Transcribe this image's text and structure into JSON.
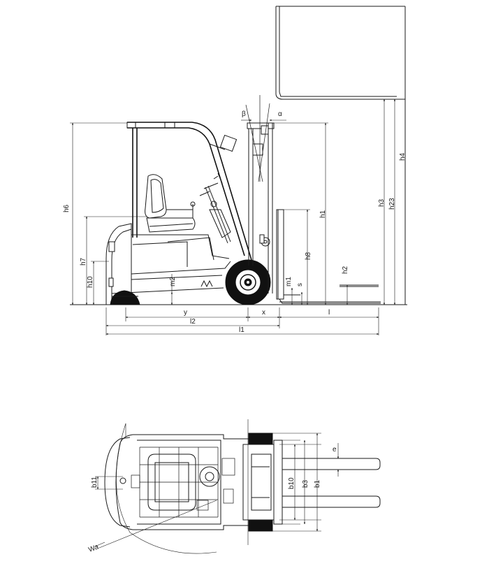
{
  "side_view": {
    "dimension_labels": {
      "h6": "h6",
      "h7": "h7",
      "h10": "h10",
      "m2": "m2",
      "m1": "m1",
      "s": "s",
      "h8": "h8",
      "h1": "h1",
      "h2": "h2",
      "h3": "h3",
      "h23": "h23",
      "h4": "h4",
      "y": "y",
      "x": "x",
      "l": "l",
      "l2": "l2",
      "l1": "l1",
      "beta": "β",
      "alpha": "α"
    }
  },
  "top_view": {
    "dimension_labels": {
      "b11": "b11",
      "b10": "b10",
      "b3": "b3",
      "b1": "b1",
      "e": "e",
      "wa": "Wa"
    }
  }
}
